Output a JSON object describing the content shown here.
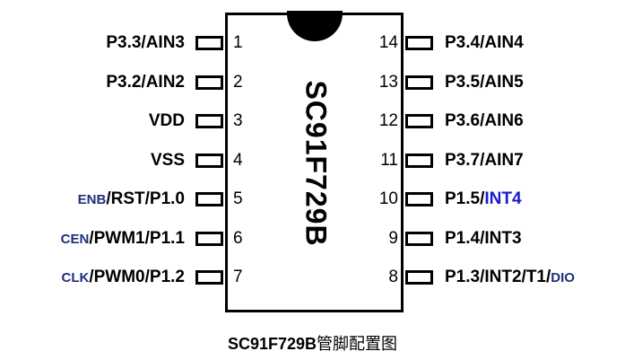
{
  "chip": {
    "name": "SC91F729B"
  },
  "caption": {
    "part": "SC91F729B",
    "suffix": "管脚配置图"
  },
  "colors": {
    "accent_blue": "#1a1ad0",
    "accent_navy": "#1f2f7a"
  },
  "pins_left": [
    {
      "num": "1",
      "segments": [
        {
          "text": "P3.3/AIN3",
          "style": "normal"
        }
      ]
    },
    {
      "num": "2",
      "segments": [
        {
          "text": "P3.2/AIN2",
          "style": "normal"
        }
      ]
    },
    {
      "num": "3",
      "segments": [
        {
          "text": "VDD",
          "style": "normal"
        }
      ]
    },
    {
      "num": "4",
      "segments": [
        {
          "text": "VSS",
          "style": "normal"
        }
      ]
    },
    {
      "num": "5",
      "segments": [
        {
          "text": "ENB",
          "style": "navy"
        },
        {
          "text": "/RST/P1.0",
          "style": "normal"
        }
      ]
    },
    {
      "num": "6",
      "segments": [
        {
          "text": "CEN",
          "style": "navy"
        },
        {
          "text": "/PWM1/P1.1",
          "style": "normal"
        }
      ]
    },
    {
      "num": "7",
      "segments": [
        {
          "text": "CLK",
          "style": "navy"
        },
        {
          "text": "/PWM0/P1.2",
          "style": "normal"
        }
      ]
    }
  ],
  "pins_right": [
    {
      "num": "14",
      "segments": [
        {
          "text": "P3.4/AIN4",
          "style": "normal"
        }
      ]
    },
    {
      "num": "13",
      "segments": [
        {
          "text": "P3.5/AIN5",
          "style": "normal"
        }
      ]
    },
    {
      "num": "12",
      "segments": [
        {
          "text": "P3.6/AIN6",
          "style": "normal"
        }
      ]
    },
    {
      "num": "11",
      "segments": [
        {
          "text": "P3.7/AIN7",
          "style": "normal"
        }
      ]
    },
    {
      "num": "10",
      "segments": [
        {
          "text": "P1.5/",
          "style": "normal"
        },
        {
          "text": "INT4",
          "style": "blue"
        }
      ]
    },
    {
      "num": "9",
      "segments": [
        {
          "text": "P1.4/INT3",
          "style": "normal"
        }
      ]
    },
    {
      "num": "8",
      "segments": [
        {
          "text": "P1.3/INT2/T1/",
          "style": "normal"
        },
        {
          "text": "DIO",
          "style": "navy"
        }
      ]
    }
  ]
}
